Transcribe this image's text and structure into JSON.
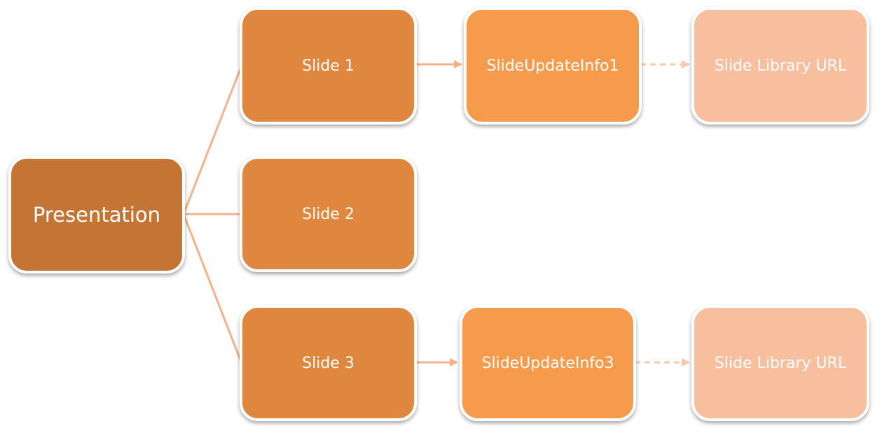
{
  "diagram": {
    "colors": {
      "root": "#c47534",
      "slide": "#df873e",
      "update_info": "#f69a4c",
      "library_url": "#f8bf9f",
      "connector": "#f5b28a"
    },
    "root": {
      "label": "Presentation"
    },
    "slides": [
      {
        "label": "Slide 1"
      },
      {
        "label": "Slide 2"
      },
      {
        "label": "Slide 3"
      }
    ],
    "update_infos": [
      {
        "label": "SlideUpdateInfo1"
      },
      {
        "label": "SlideUpdateInfo3"
      }
    ],
    "library_urls": [
      {
        "label": "Slide Library URL"
      },
      {
        "label": "Slide Library URL"
      }
    ]
  }
}
